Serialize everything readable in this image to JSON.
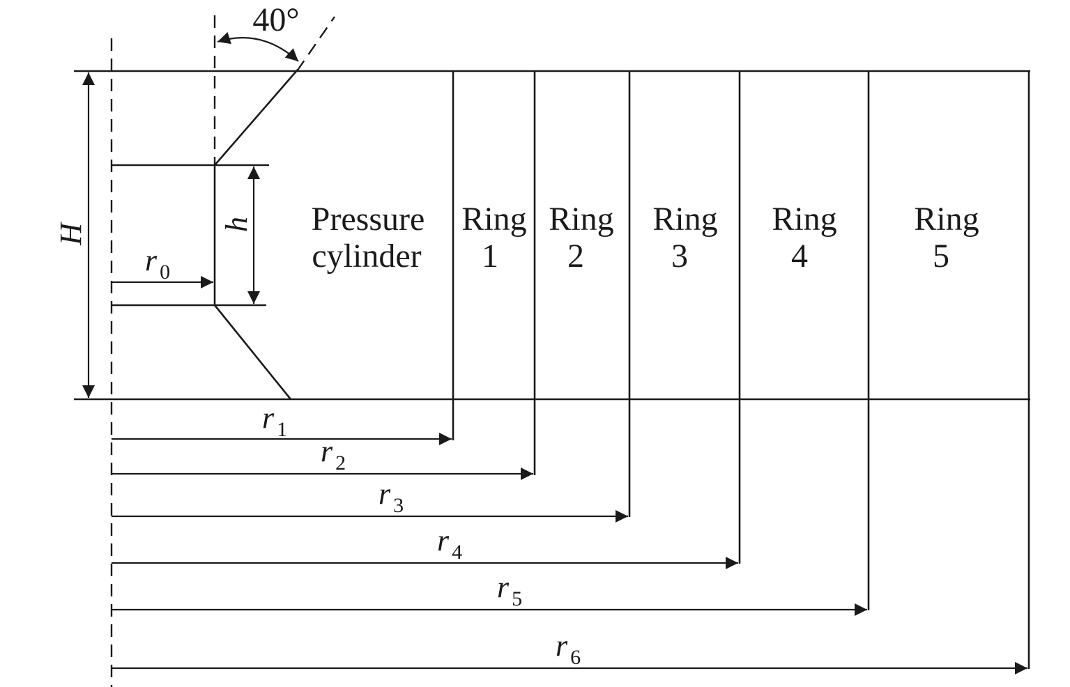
{
  "diagram": {
    "angle_label": "40°",
    "height_labels": {
      "H": "H",
      "h": "h"
    },
    "regions": [
      {
        "id": "pressure-cylinder",
        "line1": "Pressure",
        "line2": "cylinder"
      },
      {
        "id": "ring-1",
        "line1": "Ring",
        "line2": "1"
      },
      {
        "id": "ring-2",
        "line1": "Ring",
        "line2": "2"
      },
      {
        "id": "ring-3",
        "line1": "Ring",
        "line2": "3"
      },
      {
        "id": "ring-4",
        "line1": "Ring",
        "line2": "4"
      },
      {
        "id": "ring-5",
        "line1": "Ring",
        "line2": "5"
      }
    ],
    "radii": [
      {
        "sym": "r",
        "sub": "0"
      },
      {
        "sym": "r",
        "sub": "1"
      },
      {
        "sym": "r",
        "sub": "2"
      },
      {
        "sym": "r",
        "sub": "3"
      },
      {
        "sym": "r",
        "sub": "4"
      },
      {
        "sym": "r",
        "sub": "5"
      },
      {
        "sym": "r",
        "sub": "6"
      }
    ]
  }
}
